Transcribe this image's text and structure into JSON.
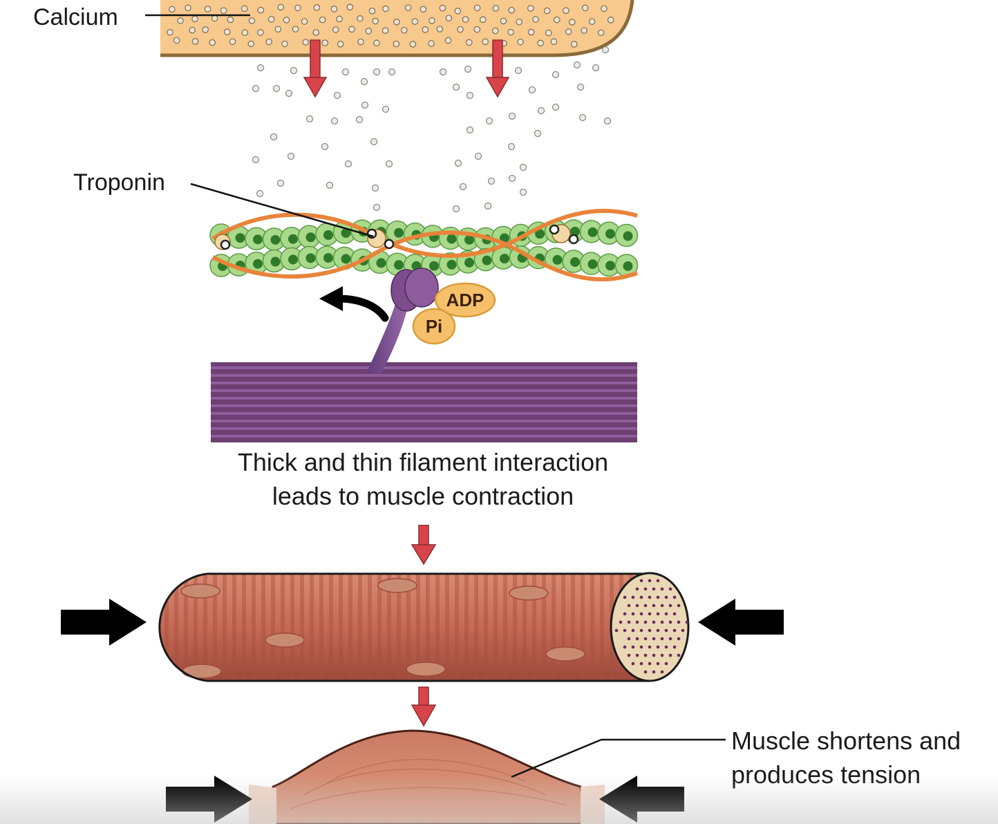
{
  "labels": {
    "calcium": "Calcium",
    "troponin": "Troponin",
    "adp": "ADP",
    "pi": "Pi",
    "interaction_line1": "Thick and thin filament interaction",
    "interaction_line2": "leads to muscle contraction",
    "tension_line1": "Muscle shortens and",
    "tension_line2": "produces tension"
  },
  "colors": {
    "reticulum_fill": "#f7c98c",
    "reticulum_edge": "#8a6a3a",
    "calcium_ion": "#b8b8b2",
    "flow_arrow": "#d9444a",
    "actin_light": "#a9d98a",
    "actin_dark": "#2f7a2a",
    "tropomyosin": "#e8843a",
    "myosin": "#7d4d8c",
    "thick_filament": "#6d3f73",
    "phosphate_fill": "#f6c06a",
    "muscle_fiber": "#c46a55",
    "muscle_stripe": "#a84e3e",
    "force_arrow": "#000000"
  }
}
